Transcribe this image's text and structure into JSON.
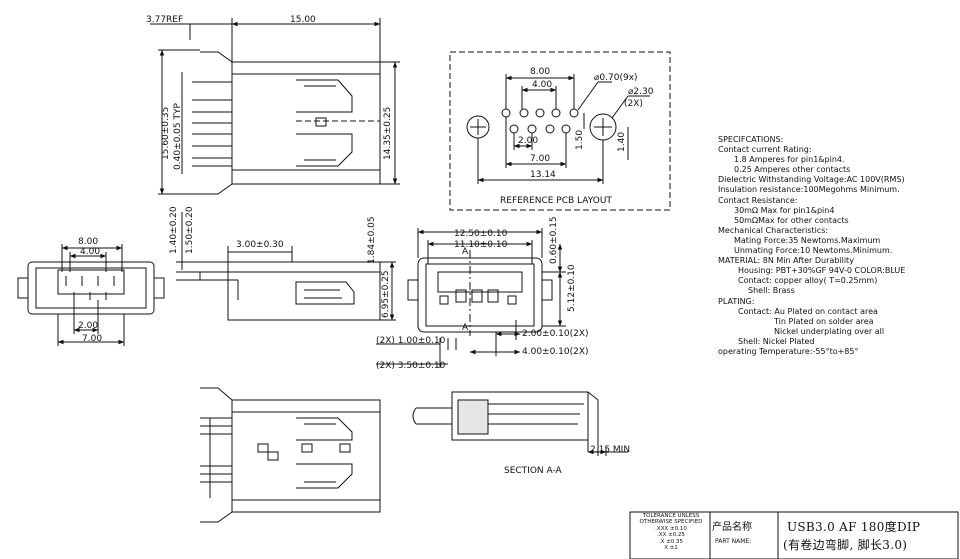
{
  "dimensions": {
    "ref_377": "3.77REF",
    "d_1500": "15.00",
    "d_1560": "15.60±0.35",
    "d_040": "0.40±0.05 TYP",
    "d_1435": "14.35±0.25",
    "d_140a": "1.40±0.20",
    "d_150": "1.50±0.20",
    "d_800_left": "8.00",
    "d_400_left": "4.00",
    "d_200_left": "2.00",
    "d_700_left": "7.00",
    "d_300": "3.00±0.30",
    "d_184": "1.84±0.05",
    "d_695": "6.95±0.25",
    "d_1250": "12.50±0.10",
    "d_1110": "11.10±0.10",
    "d_060": "0.60±0.15",
    "d_512": "5.12±0.10",
    "d_100": "(2X) 1.00±0.10",
    "d_350": "(2X) 3.50±0.10",
    "d_200_2x": "2.00±0.10(2X)",
    "d_400_2x": "4.00±0.10(2X)",
    "sec_a1": "A",
    "sec_a2": "A",
    "d_215": "2.15 MIN",
    "section_label": "SECTION A-A"
  },
  "pcb": {
    "label": "REFERENCE PCB LAYOUT",
    "d_800": "8.00",
    "d_400": "4.00",
    "d_070": "⌀0.70(9x)",
    "d_230": "⌀2.30",
    "d_2x": "(2X)",
    "d_200": "2.00",
    "d_700": "7.00",
    "d_150": "1.50",
    "d_140": "1.40",
    "d_1314": "13.14"
  },
  "specs": [
    "SPECIFCATIONS:",
    "Contact current Rating:",
    "    1.8 Amperes for pin1&pin4.",
    "    0.25 Amperes other contacts",
    "Dielectric Withstanding Voltage:AC 100V(RMS)",
    "Insulation resistance:100Megohms Minimum.",
    "Contact Resistance:",
    "    30mΩ Max for pin1&pin4",
    "    50mΩMax for other contacts",
    "Mechanical Characteristics:",
    "       Mating Force:35 Newtoms.Maximum",
    "       Unmating Force:10 Newtoms.Minimum.",
    "MATERIAL:                       8N Min After Durability",
    "         Housing: PBT+30%GF 94V-0 COLOR:BLUE",
    "         Contact: copper alloy( T=0.25mm)",
    "           Shell:  Brass",
    "  PLATING:",
    "       Contact: Au Plated on contact area",
    "                    Tin Plated on solder area",
    "                    Nickel underplating over all",
    "          Shell:   Nickel Plated",
    "  operating Temperature:-55°to+85°"
  ],
  "title_block": {
    "tolerance": [
      "TOLERANCE UNLESS",
      "OTHERWISE SPECIFIED",
      ".XXX  ±0.10",
      ".XX   ±0.25",
      ".X    ±0.35",
      "X      ±1"
    ],
    "name_label": "产品名称",
    "part_name_label": "PART NAME:",
    "title_line1": "USB3.0 AF 180度DIP",
    "title_line2": "(有卷边弯脚, 脚长3.0)"
  }
}
